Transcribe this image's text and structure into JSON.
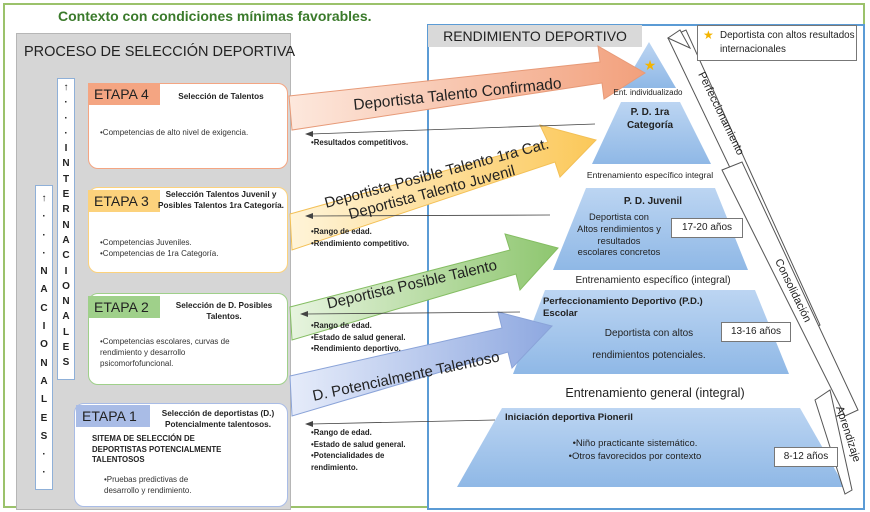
{
  "heading": "Contexto con condiciones mínimas favorables.",
  "left_panel": {
    "title": "PROCESO DE SELECCIÓN DEPORTIVA",
    "vertical_internacionales": [
      "↑",
      "·",
      "·",
      "·",
      "I",
      "N",
      "T",
      "E",
      "R",
      "N",
      "A",
      "C",
      "I",
      "O",
      "N",
      "A",
      "L",
      "E",
      "S"
    ],
    "vertical_nacionales": [
      "↑",
      "·",
      "·",
      "·",
      "N",
      "A",
      "C",
      "I",
      "O",
      "N",
      "A",
      "L",
      "E",
      "S",
      "·",
      "·"
    ]
  },
  "stages": {
    "etapa4": {
      "label": "ETAPA 4",
      "title": "Selección de Talentos",
      "body": [
        "•Competencias de alto nivel de exigencia."
      ]
    },
    "etapa3": {
      "label": "ETAPA 3",
      "title": "Selección Talentos Juvenil y Posibles Talentos 1ra Categoría.",
      "body": [
        "•Competencias Juveniles.",
        "•Competencias de 1ra Categoría."
      ]
    },
    "etapa2": {
      "label": "ETAPA 2",
      "title": "Selección de D. Posibles Talentos.",
      "body": [
        "•Competencias escolares, curvas de",
        "rendimiento y desarrollo",
        "psicomorfofuncional."
      ]
    },
    "etapa1": {
      "label": "ETAPA 1",
      "title": "Selección de deportistas (D.) Potencialmente talentosos.",
      "system_title": "SITEMA DE SELECCIÓN DE DEPORTISTAS POTENCIALMENTE TALENTOSOS",
      "body": [
        "•Pruebas predictivas de",
        "desarrollo y rendimiento."
      ]
    }
  },
  "criteria": {
    "c4": [
      "•Resultados competitivos."
    ],
    "c3": [
      "•Rango de edad.",
      "•Rendimiento competitivo."
    ],
    "c2": [
      "•Rango de edad.",
      "•Estado de salud general.",
      "•Rendimiento deportivo."
    ],
    "c1": [
      "•Rango de edad.",
      "•Estado de salud general.",
      "•Potencialidades de",
      "rendimiento."
    ]
  },
  "arrows": {
    "a4": "Deportista Talento Confirmado",
    "a3_line1": "Deportista Posible Talento 1ra Cat.",
    "a3_line2": "Deportista Talento Juvenil",
    "a2": "Deportista Posible Talento",
    "a1": "D. Potencialmente Talentoso"
  },
  "right_panel": {
    "title": "RENDIMIENTO DEPORTIVO",
    "legend": "Deportista con altos resultados internacionales",
    "ent_individualizado": "Ent. individualizado",
    "level_top_title": [
      "P. D. 1ra",
      "Categoría"
    ],
    "train_especifico_integral": "Entrenamiento específico integral",
    "level_juvenil_title": "P. D. Juvenil",
    "level_juvenil_body": [
      "Deportista con",
      "Altos rendimientos  y",
      "resultados",
      "escolares concretos"
    ],
    "age_juvenil": "17-20 años",
    "train_especifico_paren": "Entrenamiento específico (integral)",
    "level_escolar_title": [
      "Perfeccionamiento Deportivo (P.D.)",
      "Escolar"
    ],
    "level_escolar_body": [
      "Deportista con altos",
      "rendimientos potenciales."
    ],
    "age_escolar": "13-16 años",
    "train_general": "Entrenamiento general (integral)",
    "level_base_title": "Iniciación deportiva Pioneril",
    "level_base_body": [
      "•Niño practicante sistemático.",
      "•Otros favorecidos por contexto"
    ],
    "age_base": "8-12 años",
    "side_perfeccionamiento": "Perfeccionamiento",
    "side_consolidacion": "Consolidación",
    "side_aprendizaje": "Aprendizaje"
  },
  "colors": {
    "stage4": "#f4a582",
    "stage3": "#fcd27c",
    "stage2": "#9fd08a",
    "stage1": "#a9bce6",
    "pyramid": "#a9c8ee",
    "panel_border": "#5b9bd5",
    "frame": "#9bc26b",
    "star": "#f4b400"
  }
}
